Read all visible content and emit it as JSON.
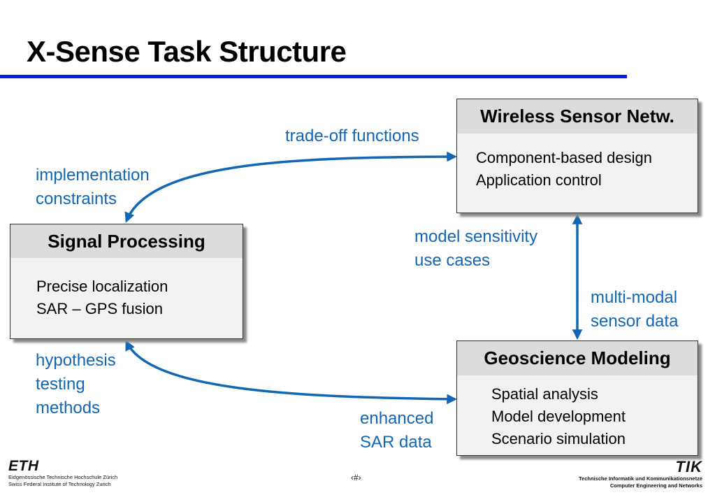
{
  "slide": {
    "title": "X-Sense Task Structure",
    "page_number": "‹#›"
  },
  "boxes": {
    "wireless": {
      "title": "Wireless Sensor Netw.",
      "items": [
        "Component-based design",
        "Application control"
      ]
    },
    "signal": {
      "title": "Signal Processing",
      "items": [
        "Precise localization",
        "SAR – GPS fusion"
      ]
    },
    "geoscience": {
      "title": "Geoscience Modeling",
      "items": [
        "Spatial analysis",
        "Model development",
        "Scenario simulation"
      ]
    }
  },
  "labels": {
    "tradeoff": [
      "trade-off functions"
    ],
    "implementation": [
      "implementation",
      "constraints"
    ],
    "model_sensitivity": [
      "model sensitivity",
      "use cases"
    ],
    "multimodal": [
      "multi-modal",
      "sensor data"
    ],
    "hypothesis": [
      "hypothesis",
      "testing",
      "methods"
    ],
    "enhanced": [
      "enhanced",
      "SAR data"
    ]
  },
  "footer": {
    "eth_logo": "ETH",
    "eth_line1": "Eidgenössische Technische Hochschule Zürich",
    "eth_line2": "Swiss Federal Institute of Technology Zurich",
    "tik_logo": "TIK",
    "tik_line1": "Technische Informatik und Kommunikationsnetze",
    "tik_line2": "Computer Engineering and Networks"
  },
  "colors": {
    "accent_blue": "#1266b4",
    "title_rule": "#0a1ee0"
  }
}
